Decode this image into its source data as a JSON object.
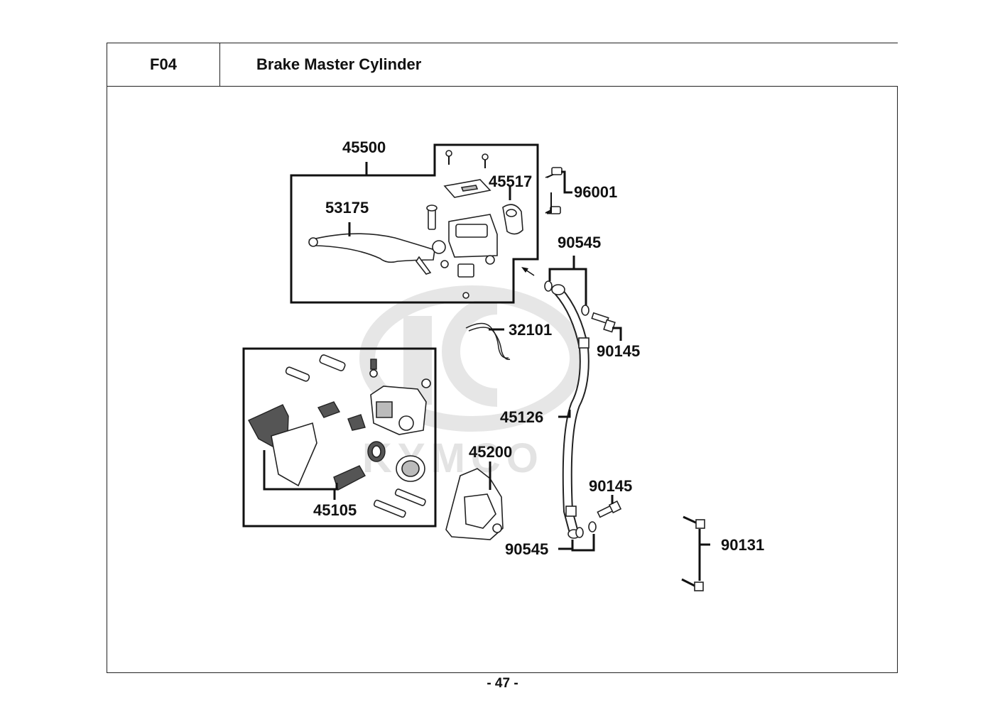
{
  "header": {
    "section_code": "F04",
    "title": "Brake Master Cylinder"
  },
  "watermark": {
    "brand": "KYMCO",
    "color": "#e3e3e3"
  },
  "parts": {
    "p45500": "45500",
    "p45517": "45517",
    "p96001": "96001",
    "p53175": "53175",
    "p90545_top": "90545",
    "p32101": "32101",
    "p90145_top": "90145",
    "p45126": "45126",
    "p45200": "45200",
    "p90145_bottom": "90145",
    "p45105": "45105",
    "p90545_bottom": "90545",
    "p90131": "90131"
  },
  "footer": {
    "page_number": "- 47 -"
  }
}
